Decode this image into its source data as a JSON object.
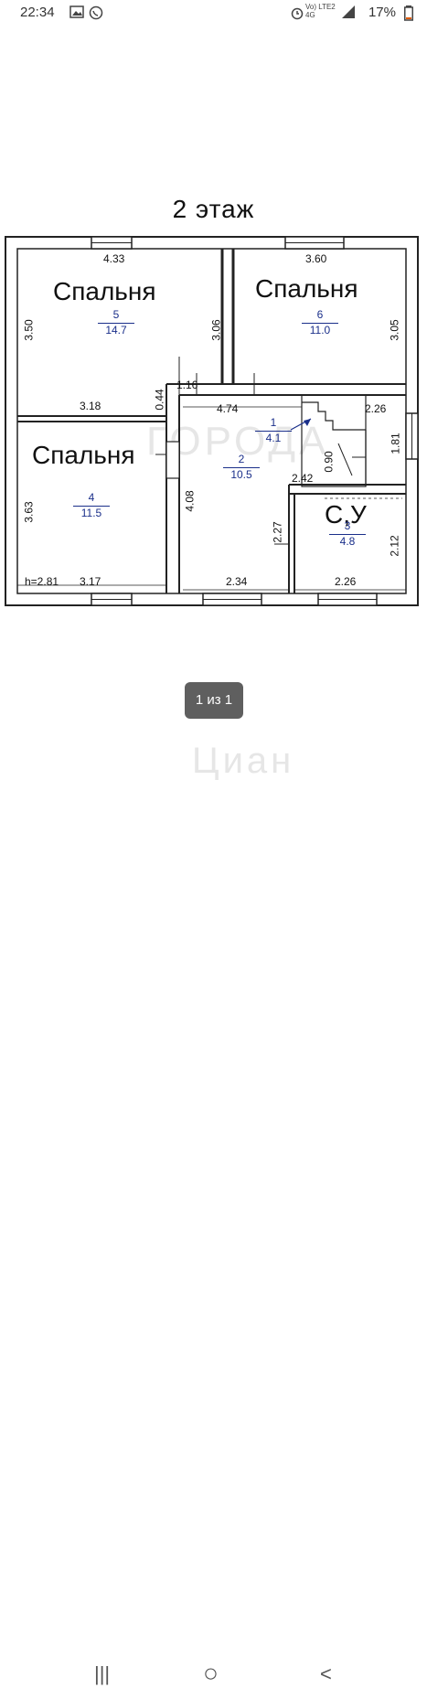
{
  "status_bar": {
    "time": "22:34",
    "network_text": "Vo) LTE2 4G",
    "battery_percent": "17%",
    "icons": [
      "image-icon",
      "whatsapp-icon",
      "alarm-icon",
      "signal-icon",
      "battery-icon"
    ]
  },
  "floorplan": {
    "title": "2  этаж",
    "rooms": {
      "r5": {
        "label": "Спальня",
        "number": "5",
        "area": "14.7"
      },
      "r6": {
        "label": "Спальня",
        "number": "6",
        "area": "11.0"
      },
      "r4": {
        "label": "Спальня",
        "number": "4",
        "area": "11.5"
      },
      "r2": {
        "number": "2",
        "area": "10.5"
      },
      "r1": {
        "number": "1",
        "area": "4.1"
      },
      "r3": {
        "label": "С,У",
        "number": "3",
        "area": "4.8"
      }
    },
    "dimensions": {
      "top_left": "4.33",
      "top_right": "3.60",
      "left_top_v": "3.50",
      "mid_v1": "3.06",
      "right_top_v": "3.05",
      "d116": "1.16",
      "d474": "4.74",
      "d226_top": "2.26",
      "d318": "3.18",
      "d044": "0.44",
      "d181": "1.81",
      "d090": "0.90",
      "d242": "2.42",
      "d408": "4.08",
      "d363": "3.63",
      "d227": "2.27",
      "d212": "2.12",
      "height": "h=2.81",
      "bottom_317": "3.17",
      "bottom_234": "2.34",
      "bottom_226": "2.26"
    },
    "watermark_1": "ГОРОДА",
    "watermark_2": "Циан"
  },
  "pager": {
    "text": "1 из 1"
  },
  "navbar": {
    "recent": "|||",
    "home": "○",
    "back": "<"
  }
}
